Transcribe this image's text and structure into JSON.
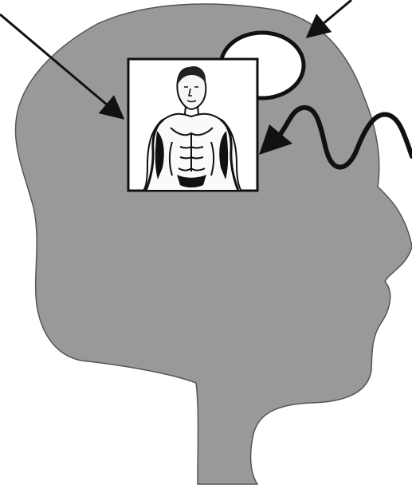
{
  "diagram": {
    "colors": {
      "background": "#ffffff",
      "head_fill": "#999999",
      "outline": "#111111",
      "frame_fill": "#ffffff",
      "bubble_fill": "#ffffff"
    },
    "elements": {
      "head": "head-silhouette",
      "bubble": "thought-ellipse",
      "image": "body-image-frame",
      "wave": "sine-wave-arrow"
    }
  }
}
